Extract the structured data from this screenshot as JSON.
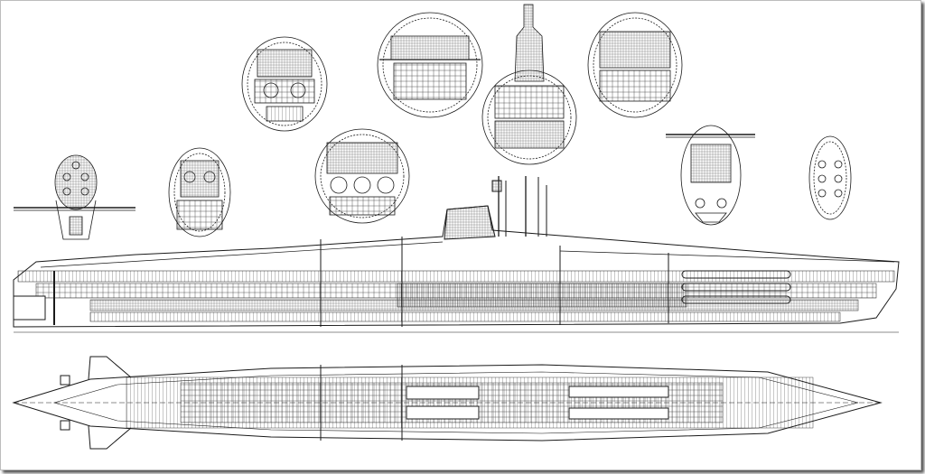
{
  "drawing": {
    "ink_color": "#1a1a1a",
    "paper_color": "#ffffff",
    "frame_shadow": "#555555",
    "cross_sections": [
      {
        "id": "section-stern-planes"
      },
      {
        "id": "section-aft-machinery"
      },
      {
        "id": "section-engine-room"
      },
      {
        "id": "section-control-room-aft"
      },
      {
        "id": "section-reactor"
      },
      {
        "id": "section-sail"
      },
      {
        "id": "section-forward-compartment"
      },
      {
        "id": "section-bow-planes"
      },
      {
        "id": "section-bow"
      }
    ]
  }
}
